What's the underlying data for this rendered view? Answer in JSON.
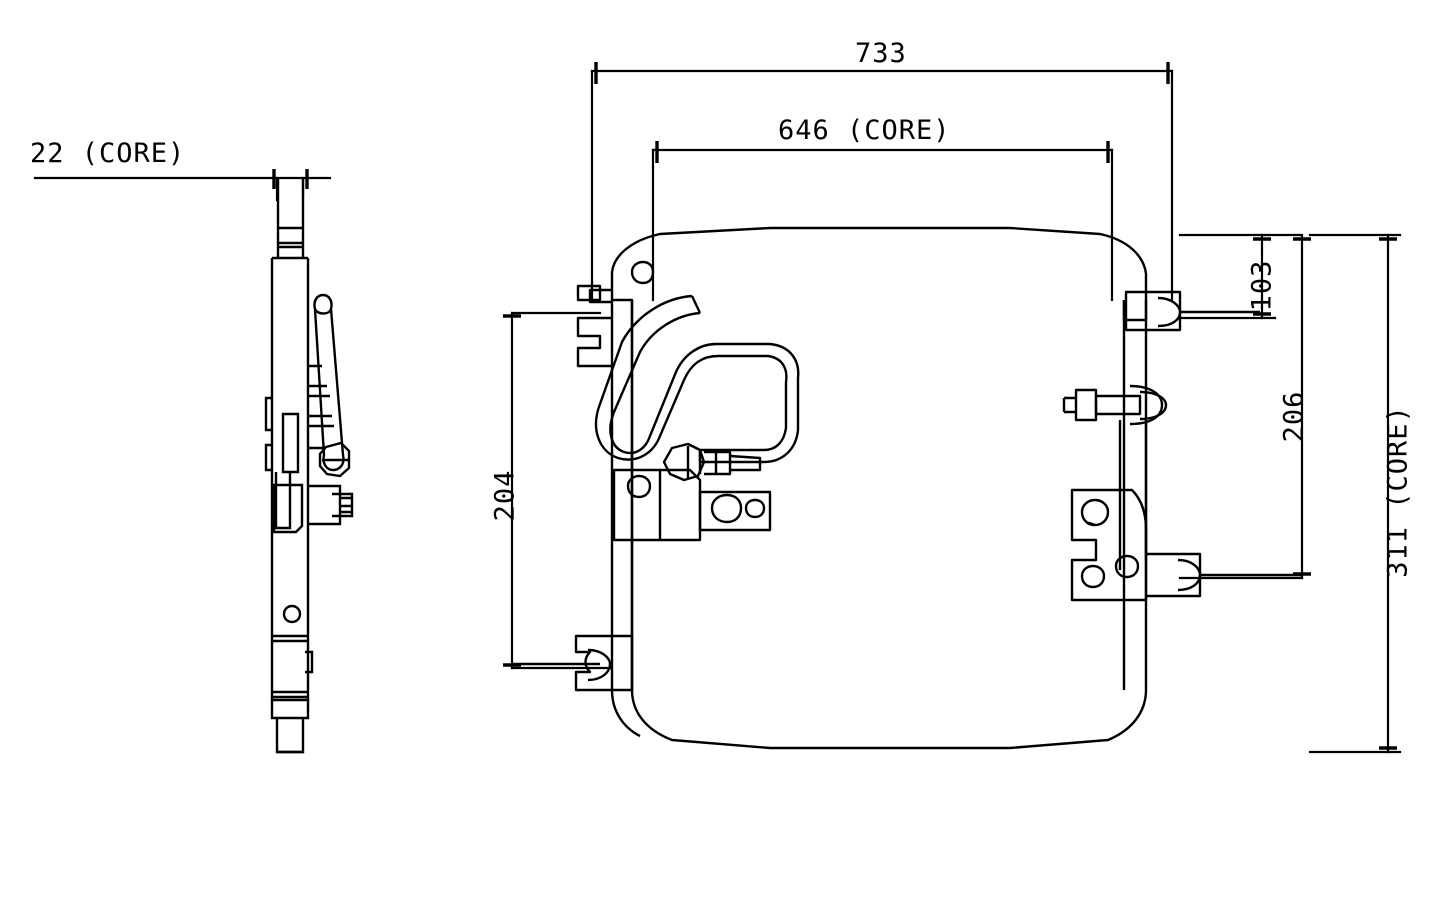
{
  "drawing": {
    "title": "A/C Condenser Assembly Dimensional Drawing",
    "units": "mm",
    "background_color": "#ffffff",
    "line_color": "#000000",
    "views": [
      {
        "name": "side-view",
        "position": "left",
        "description": "Edge / side profile of condenser core with inlet pipe, hose fitting and lower bracket"
      },
      {
        "name": "front-view",
        "position": "right",
        "description": "Front elevation of condenser core with hose loop, fittings and mounting brackets"
      }
    ]
  },
  "dimensions": {
    "side_core_thickness": {
      "value": "22",
      "suffix": "(CORE)",
      "text": "22 (CORE)",
      "orientation": "horizontal"
    },
    "overall_width": {
      "value": "733",
      "suffix": "",
      "text": "733",
      "orientation": "horizontal"
    },
    "core_width": {
      "value": "646",
      "suffix": "(CORE)",
      "text": "646 (CORE)",
      "orientation": "horizontal"
    },
    "left_height": {
      "value": "204",
      "suffix": "",
      "text": "204",
      "orientation": "vertical"
    },
    "top_right_offset": {
      "value": "103",
      "suffix": "",
      "text": "103",
      "orientation": "vertical"
    },
    "mid_right_height": {
      "value": "206",
      "suffix": "",
      "text": "206",
      "orientation": "vertical"
    },
    "core_height": {
      "value": "311",
      "suffix": "(CORE)",
      "text": "311 (CORE)",
      "orientation": "vertical"
    }
  },
  "components": {
    "core_body": "condenser-core",
    "hose_loop": "refrigerant-hose-loop",
    "inlet_fitting": "inlet-fitting",
    "outlet_fitting": "outlet-fitting-with-nut",
    "left_bracket_upper": "left-upper-mounting-bracket",
    "left_bracket_lower": "left-lower-mounting-tab",
    "right_bracket_upper": "right-upper-mounting-tab",
    "right_bracket_lower": "right-lower-mounting-bracket",
    "side_pipe": "side-view-inlet-pipe",
    "side_hex_nut": "side-view-hex-nut"
  }
}
